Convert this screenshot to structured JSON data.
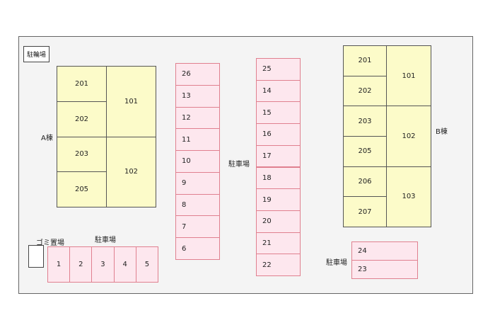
{
  "labels": {
    "bicycle_parking": "駐輪場",
    "building_a": "A棟",
    "building_b": "B棟",
    "parking_center": "駐車場",
    "parking_bottom_left": "駐車場",
    "parking_bottom_right": "駐車場",
    "garbage": "ゴミ置場"
  },
  "building_a": {
    "left_units": [
      "201",
      "202",
      "203",
      "205"
    ],
    "right_units": [
      "101",
      "102"
    ]
  },
  "building_b": {
    "left_units": [
      "201",
      "202",
      "203",
      "205",
      "206",
      "207"
    ],
    "right_units": [
      "101",
      "102",
      "103"
    ]
  },
  "parking": {
    "column_1": [
      "26",
      "13",
      "12",
      "11",
      "10",
      "9",
      "8",
      "7",
      "6"
    ],
    "column_2": [
      "25",
      "14",
      "15",
      "16",
      "17",
      "18",
      "19",
      "20",
      "21",
      "22"
    ],
    "bottom_row": [
      "1",
      "2",
      "3",
      "4",
      "5"
    ],
    "right_pair": [
      "24",
      "23"
    ]
  },
  "colors": {
    "unit_fill": "#fcfbc9",
    "slot_fill": "#fde7ee",
    "slot_border": "#e0808f",
    "ground": "#f4f4f4"
  }
}
